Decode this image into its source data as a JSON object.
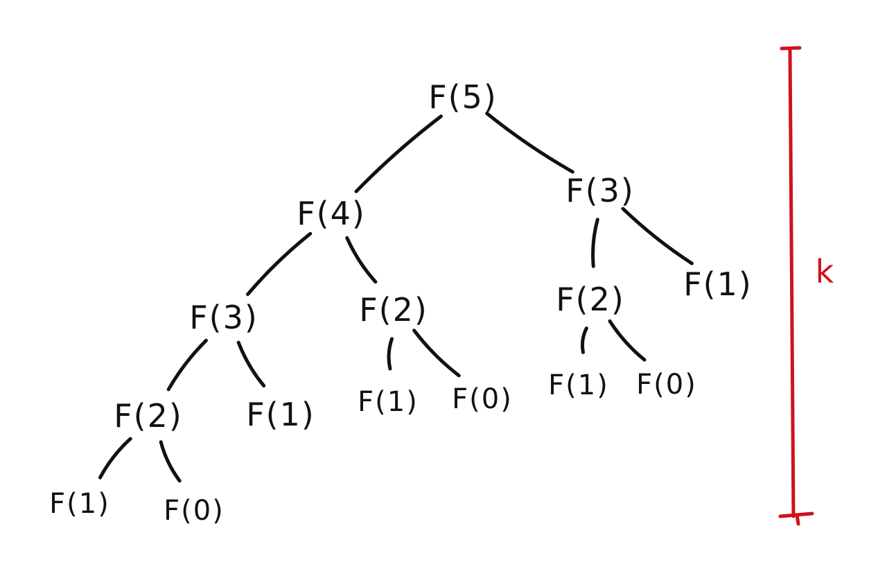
{
  "tree": {
    "nodes": [
      {
        "id": "n0",
        "label": "F(5)"
      },
      {
        "id": "n1",
        "label": "F(4)"
      },
      {
        "id": "n2",
        "label": "F(3)"
      },
      {
        "id": "n3",
        "label": "F(3)"
      },
      {
        "id": "n4",
        "label": "F(2)"
      },
      {
        "id": "n5",
        "label": "F(2)"
      },
      {
        "id": "n6",
        "label": "F(1)"
      },
      {
        "id": "n7",
        "label": "F(2)"
      },
      {
        "id": "n8",
        "label": "F(1)"
      },
      {
        "id": "n9",
        "label": "F(1)"
      },
      {
        "id": "n10",
        "label": "F(0)"
      },
      {
        "id": "n11",
        "label": "F(1)"
      },
      {
        "id": "n12",
        "label": "F(0)"
      },
      {
        "id": "n13",
        "label": "F(1)"
      },
      {
        "id": "n14",
        "label": "F(0)"
      }
    ],
    "edges": [
      [
        "n0",
        "n1"
      ],
      [
        "n0",
        "n2"
      ],
      [
        "n1",
        "n3"
      ],
      [
        "n1",
        "n4"
      ],
      [
        "n2",
        "n5"
      ],
      [
        "n2",
        "n6"
      ],
      [
        "n3",
        "n7"
      ],
      [
        "n3",
        "n8"
      ],
      [
        "n4",
        "n9"
      ],
      [
        "n4",
        "n10"
      ],
      [
        "n5",
        "n11"
      ],
      [
        "n5",
        "n12"
      ],
      [
        "n7",
        "n13"
      ],
      [
        "n7",
        "n14"
      ]
    ]
  },
  "depth_marker": {
    "label": "k",
    "color": "#d0121b"
  },
  "ink_color": "#111111"
}
